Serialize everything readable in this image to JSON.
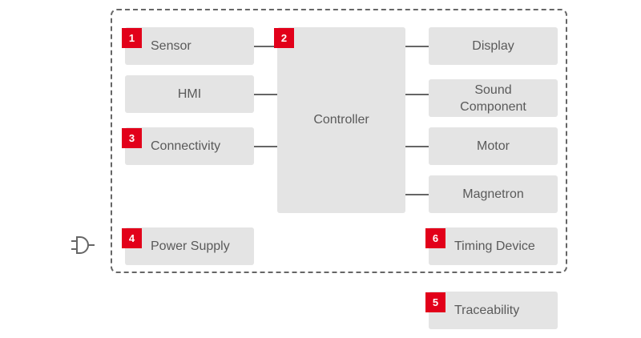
{
  "blocks": {
    "sensor": "Sensor",
    "hmi": "HMI",
    "connectivity": "Connectivity",
    "power_supply": "Power Supply",
    "controller": "Controller",
    "display": "Display",
    "sound_component_line1": "Sound",
    "sound_component_line2": "Component",
    "motor": "Motor",
    "magnetron": "Magnetron",
    "timing_device": "Timing Device",
    "traceability": "Traceability"
  },
  "badges": {
    "sensor": "1",
    "controller": "2",
    "connectivity": "3",
    "power_supply": "4",
    "traceability": "5",
    "timing_device": "6"
  },
  "colors": {
    "badge": "#e2001a",
    "block": "#e4e4e4",
    "text": "#5a5a5a",
    "line": "#666666"
  },
  "icons": {
    "power_input": "plug-icon"
  }
}
